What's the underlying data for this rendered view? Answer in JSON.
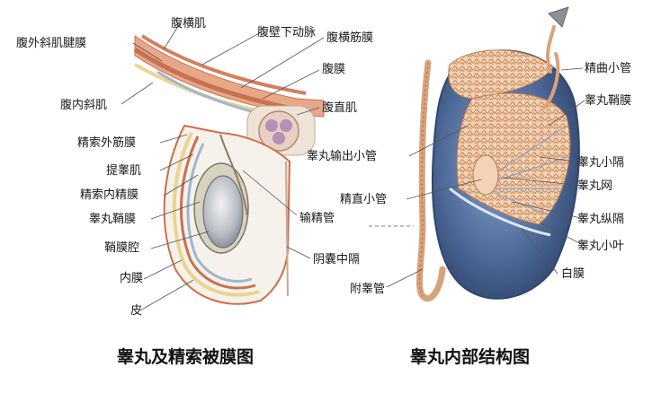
{
  "left_figure": {
    "caption": "睾丸及精索被膜图",
    "labels": {
      "fuhengji": "腹横肌",
      "fuwaixiejijianmo": "腹外斜肌腱膜",
      "fubixiadongmai": "腹壁下动脉",
      "fuhengjinmo": "腹横筋膜",
      "fumo": "腹膜",
      "funeixieji": "腹内斜肌",
      "fuzhiji": "腹直肌",
      "jingsuowaijinmo": "精索外筋膜",
      "tigaoji": "提睾肌",
      "jingsuoneijingmo": "精索内精膜",
      "gaowanqiaomo": "睾丸鞘膜",
      "shujingguan": "输精管",
      "qiaomoqiang": "鞘膜腔",
      "yinnangzhongge": "阴囊中隔",
      "neimo": "内膜",
      "pi": "皮"
    }
  },
  "right_figure": {
    "caption": "睾丸内部结构图",
    "labels": {
      "jingquxiaoguan": "精曲小管",
      "gaowanqiaomo": "睾丸鞘膜",
      "gaowanshuchuxiaoguan": "睾丸输出小管",
      "gaowanxiaoge": "睾丸小隔",
      "gaowanwang": "睾丸网",
      "jingzhixiaoguan": "精直小管",
      "gaowanzongge": "睾丸纵隔",
      "gaowanxiaoye": "睾丸小叶",
      "baimo": "白膜",
      "fugaoguan": "附睾管"
    }
  },
  "colors": {
    "muscle": "#c8704f",
    "muscle_light": "#e6a888",
    "fascia_yellow": "#e9d58f",
    "membrane_blue": "#9fb6cf",
    "testis_blue": "#4e6a99",
    "testis_dark": "#2f4670",
    "tubule": "#d9a27a",
    "outline": "#333333"
  }
}
